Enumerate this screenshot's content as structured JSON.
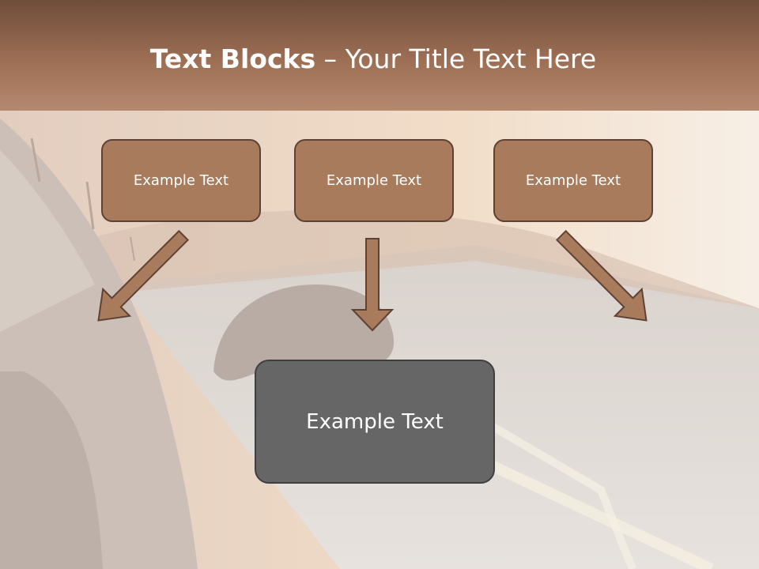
{
  "slide": {
    "title_bold": "Text Blocks",
    "title_separator": " – ",
    "title_rest": "Your Title Text Here"
  },
  "blocks": [
    {
      "label": "Example Text"
    },
    {
      "label": "Example Text"
    },
    {
      "label": "Example Text"
    }
  ],
  "target": {
    "label": "Example Text"
  },
  "colors": {
    "header_band": "#8a5e45",
    "small_box_fill": "#a97b5d",
    "small_box_border": "#5e4334",
    "target_box_fill": "#666666",
    "arrow_fill": "#a97b5d"
  }
}
